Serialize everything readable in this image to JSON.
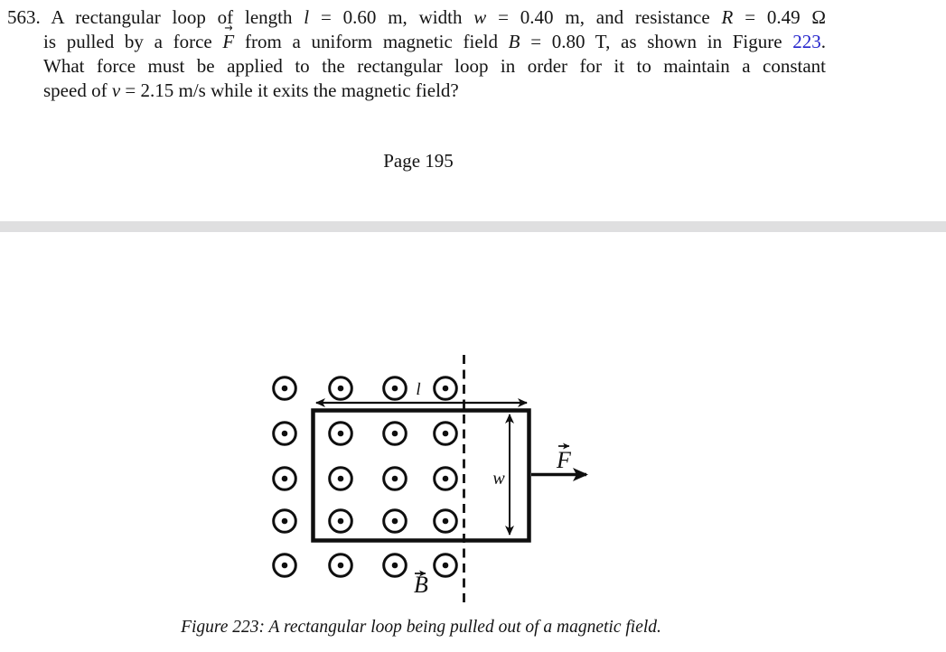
{
  "problem": {
    "number": "563.",
    "lines": [
      {
        "segments": [
          {
            "t": "A rectangular loop of length "
          },
          {
            "t": "l"
          },
          {
            "t": " = 0.60 m, width "
          },
          {
            "t": "w"
          },
          {
            "t": " = 0.40 m, and resistance "
          },
          {
            "t": "R"
          },
          {
            "t": " = 0.49 Ω"
          }
        ]
      },
      {
        "segments": [
          {
            "t": "is pulled by a force "
          },
          {
            "t": "F"
          },
          {
            "t": " from a uniform magnetic field "
          },
          {
            "t": "B"
          },
          {
            "t": " = 0.80 T, as shown in Figure "
          },
          {
            "t": "223"
          },
          {
            "t": "."
          }
        ]
      },
      {
        "segments": [
          {
            "t": "What force must be applied to the rectangular loop in order for it to maintain a constant"
          }
        ]
      },
      {
        "segments": [
          {
            "t": "speed of "
          },
          {
            "t": "v"
          },
          {
            "t": " = 2.15 m/s while it exits the magnetic field?"
          }
        ]
      }
    ]
  },
  "page_label": "Page 195",
  "figure": {
    "labels": {
      "length": "l",
      "width": "w",
      "force": "F",
      "field": "B"
    },
    "caption": "Figure 223: A rectangular loop being pulled out of a magnetic field."
  },
  "glyphs": {
    "vec_arrow": "→"
  },
  "colors": {
    "link_blue": "#2323cc",
    "divider_gray": "#dfdfe0",
    "ink": "#0f0f0f"
  }
}
